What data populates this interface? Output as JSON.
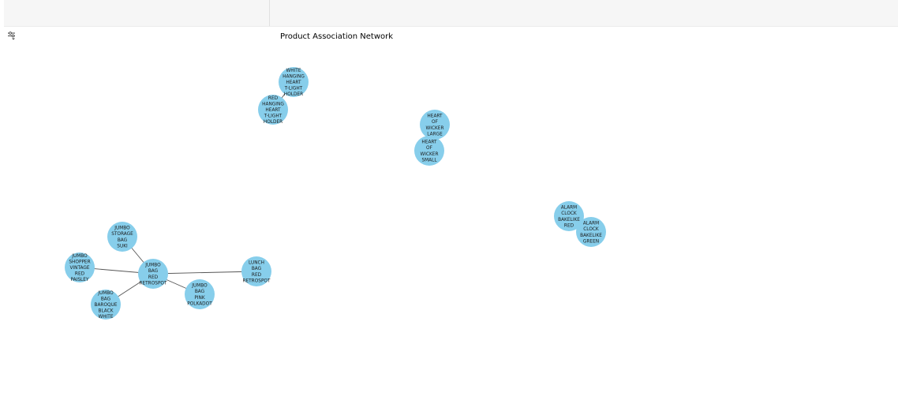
{
  "figure": {
    "title": "Product Association Network"
  },
  "toolbar": {
    "settings_icon": "sliders-icon"
  },
  "colors": {
    "node_fill": "#87ceeb",
    "edge": "#555555",
    "topbar": "#f6f6f6"
  },
  "nodes": [
    {
      "id": "n1",
      "label": "WHITE HANGING HEART T-LIGHT HOLDER"
    },
    {
      "id": "n2",
      "label": "RED HANGING HEART T-LIGHT HOLDER"
    },
    {
      "id": "n3",
      "label": "HEART OF WICKER LARGE"
    },
    {
      "id": "n4",
      "label": "HEART OF WICKER SMALL"
    },
    {
      "id": "n5",
      "label": "ALARM CLOCK BAKELIKE RED"
    },
    {
      "id": "n6",
      "label": "ALARM CLOCK BAKELIKE GREEN"
    },
    {
      "id": "n7",
      "label": "JUMBO STORAGE BAG SUKI"
    },
    {
      "id": "n8",
      "label": "JUMBO SHOPPER VINTAGE RED PAISLEY"
    },
    {
      "id": "n9",
      "label": "JUMBO BAG RED RETROSPOT"
    },
    {
      "id": "n10",
      "label": "LUNCH BAG RED RETROSPOT"
    },
    {
      "id": "n11",
      "label": "JUMBO BAG PINK POLKADOT"
    },
    {
      "id": "n12",
      "label": "JUMBO BAG BAROQUE BLACK WHITE"
    }
  ],
  "edges": [
    [
      "n1",
      "n2"
    ],
    [
      "n3",
      "n4"
    ],
    [
      "n5",
      "n6"
    ],
    [
      "n9",
      "n7"
    ],
    [
      "n9",
      "n8"
    ],
    [
      "n9",
      "n10"
    ],
    [
      "n9",
      "n11"
    ],
    [
      "n9",
      "n12"
    ]
  ]
}
